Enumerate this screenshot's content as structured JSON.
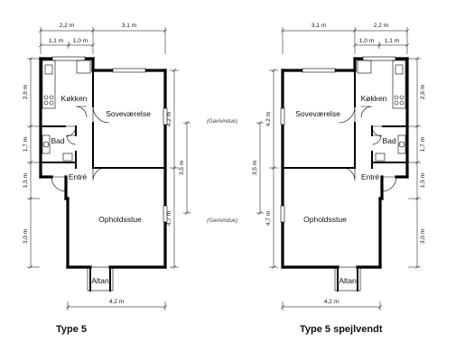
{
  "plans": [
    {
      "caption": "Type 5",
      "rooms": {
        "kitchen": "Køkken",
        "bedroom": "Soveværelse",
        "bath": "Bad",
        "entry": "Entré",
        "living": "Opholdsstue",
        "balcony": "Altan"
      },
      "dims": {
        "top_kitchen": "2,2 m",
        "top_bedroom": "3,1 m",
        "top_sub_a": "1,1 m",
        "top_sub_b": "1,0 m",
        "left_kitchen": "2,9 m",
        "left_bath": "1,7 m",
        "left_entry": "1,5 m",
        "left_living": "3,0 m",
        "right_bedroom": "4,2 m",
        "right_living": "4,7 m",
        "outer_mid": "3,5 m",
        "bottom": "4,2 m"
      }
    },
    {
      "caption": "Type 5 spejlvendt",
      "rooms": {
        "kitchen": "Køkken",
        "bedroom": "Soveværelse",
        "bath": "Bad",
        "entry": "Entré",
        "living": "Opholdsstue",
        "balcony": "Altan"
      },
      "dims": {
        "top_kitchen": "2,2 m",
        "top_bedroom": "3,1 m",
        "top_sub_a": "1,0 m",
        "top_sub_b": "1,1 m",
        "right_kitchen": "2,9 m",
        "right_bath": "1,7 m",
        "right_entry": "1,5 m",
        "right_living": "3,0 m",
        "left_bedroom": "4,2 m",
        "left_living": "4,7 m",
        "outer_mid": "3,5 m",
        "bottom": "4,2 m"
      }
    }
  ],
  "notes": {
    "gable_top": "(Gavlvindue)",
    "gable_bottom": "(Gavlvindue)"
  }
}
